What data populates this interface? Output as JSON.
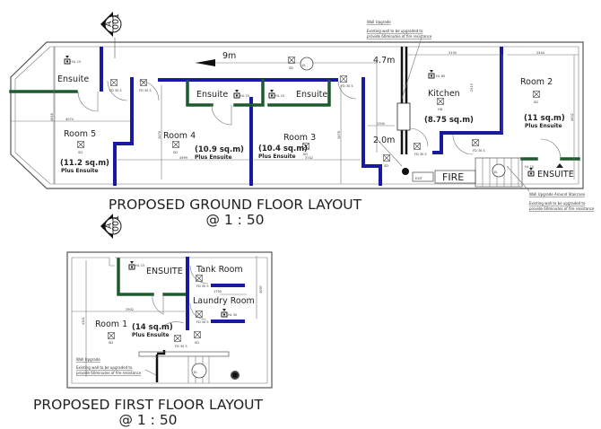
{
  "section_marker": {
    "letter": "A",
    "sheet": "001"
  },
  "ground_floor": {
    "title": "PROPOSED GROUND FLOOR LAYOUT",
    "scale": "@ 1 : 50",
    "corridor_lengths": [
      "9m",
      "4.7m",
      "2.0m"
    ],
    "rooms": {
      "ensuite_left": "Ensuite",
      "room5": {
        "name": "Room 5",
        "area": "(11.2 sq.m)",
        "note": "Plus Ensuite"
      },
      "room4": {
        "name": "Room 4",
        "area": "(10.9 sq.m)",
        "note": "Plus Ensuite"
      },
      "ensuite_mid1": "Ensuite",
      "ensuite_mid2": "Ensuite",
      "room3": {
        "name": "Room 3",
        "area": "(10.4 sq.m)",
        "note": "Plus Ensuite"
      },
      "kitchen": {
        "name": "Kitchen",
        "area": "(8.75 sq.m)"
      },
      "room2": {
        "name": "Room 2",
        "area": "(11 sq.m)",
        "note": "Plus Ensuite"
      },
      "ensuite_right": "ENSUITE"
    },
    "fixtures": {
      "hl15": "HL 15",
      "hl60": "HL 60",
      "sd": "SD",
      "hd": "HD",
      "fd": "FD 30 S",
      "el": "EL",
      "exit": "EXIT",
      "fire": "FIRE"
    },
    "dimensions": [
      "4074",
      "4618",
      "3476",
      "4599",
      "3742",
      "3479",
      "1300",
      "3130",
      "2513",
      "2544",
      "4632"
    ],
    "notes": {
      "wall_upgrade_title": "Wall Upgrade",
      "wall_upgrade_line1": "Existing wall to be upgraded to",
      "wall_upgrade_line2": "provide 60minutes of fire resistance",
      "stair_title": "Wall Upgrade Around Staircase",
      "stair_line1": "Existing wall to be upgraded to",
      "stair_line2": "provide 60minutes of fire resistance"
    }
  },
  "first_floor": {
    "title": "PROPOSED FIRST FLOOR LAYOUT",
    "scale": "@ 1 : 50",
    "rooms": {
      "ensuite": "ENSUITE",
      "tank_room": "Tank Room",
      "laundry_room": "Laundry Room",
      "room1": {
        "name": "Room 1",
        "area": "(14 sq.m)",
        "note": "Plus Ensuite"
      }
    },
    "fixtures": {
      "hl15": "HL 15",
      "hl30": "HL 30",
      "sd": "SD",
      "fd": "FD 30 S",
      "el": "EL"
    },
    "dimensions": [
      "2902",
      "4341",
      "1790",
      "3097"
    ],
    "notes": {
      "wall_upgrade_title": "Wall Upgrade",
      "wall_upgrade_line1": "Existing wall to be upgraded to",
      "wall_upgrade_line2": "provide 60minutes of fire resistance"
    }
  },
  "colors": {
    "fire_wall": "#1a1a9e",
    "ensuite_wall": "#1e5a2e"
  }
}
